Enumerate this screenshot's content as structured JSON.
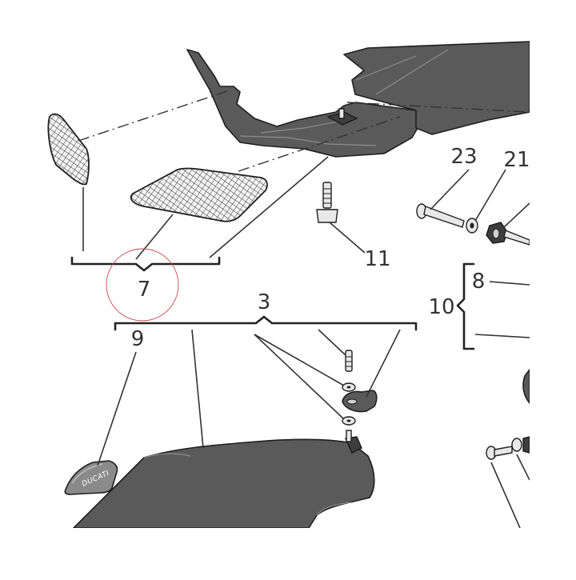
{
  "diagram": {
    "callouts": {
      "c3": "3",
      "c7": "7",
      "c8": "8",
      "c9": "9",
      "c10": "10",
      "c11": "11",
      "c21": "21",
      "c23": "23"
    },
    "logo_text": "DUCATI",
    "colors": {
      "part_fill": "#5a5a5a",
      "part_outline": "#1f1f1f",
      "line": "#333333",
      "highlight_circle": "#c84a4a"
    }
  }
}
